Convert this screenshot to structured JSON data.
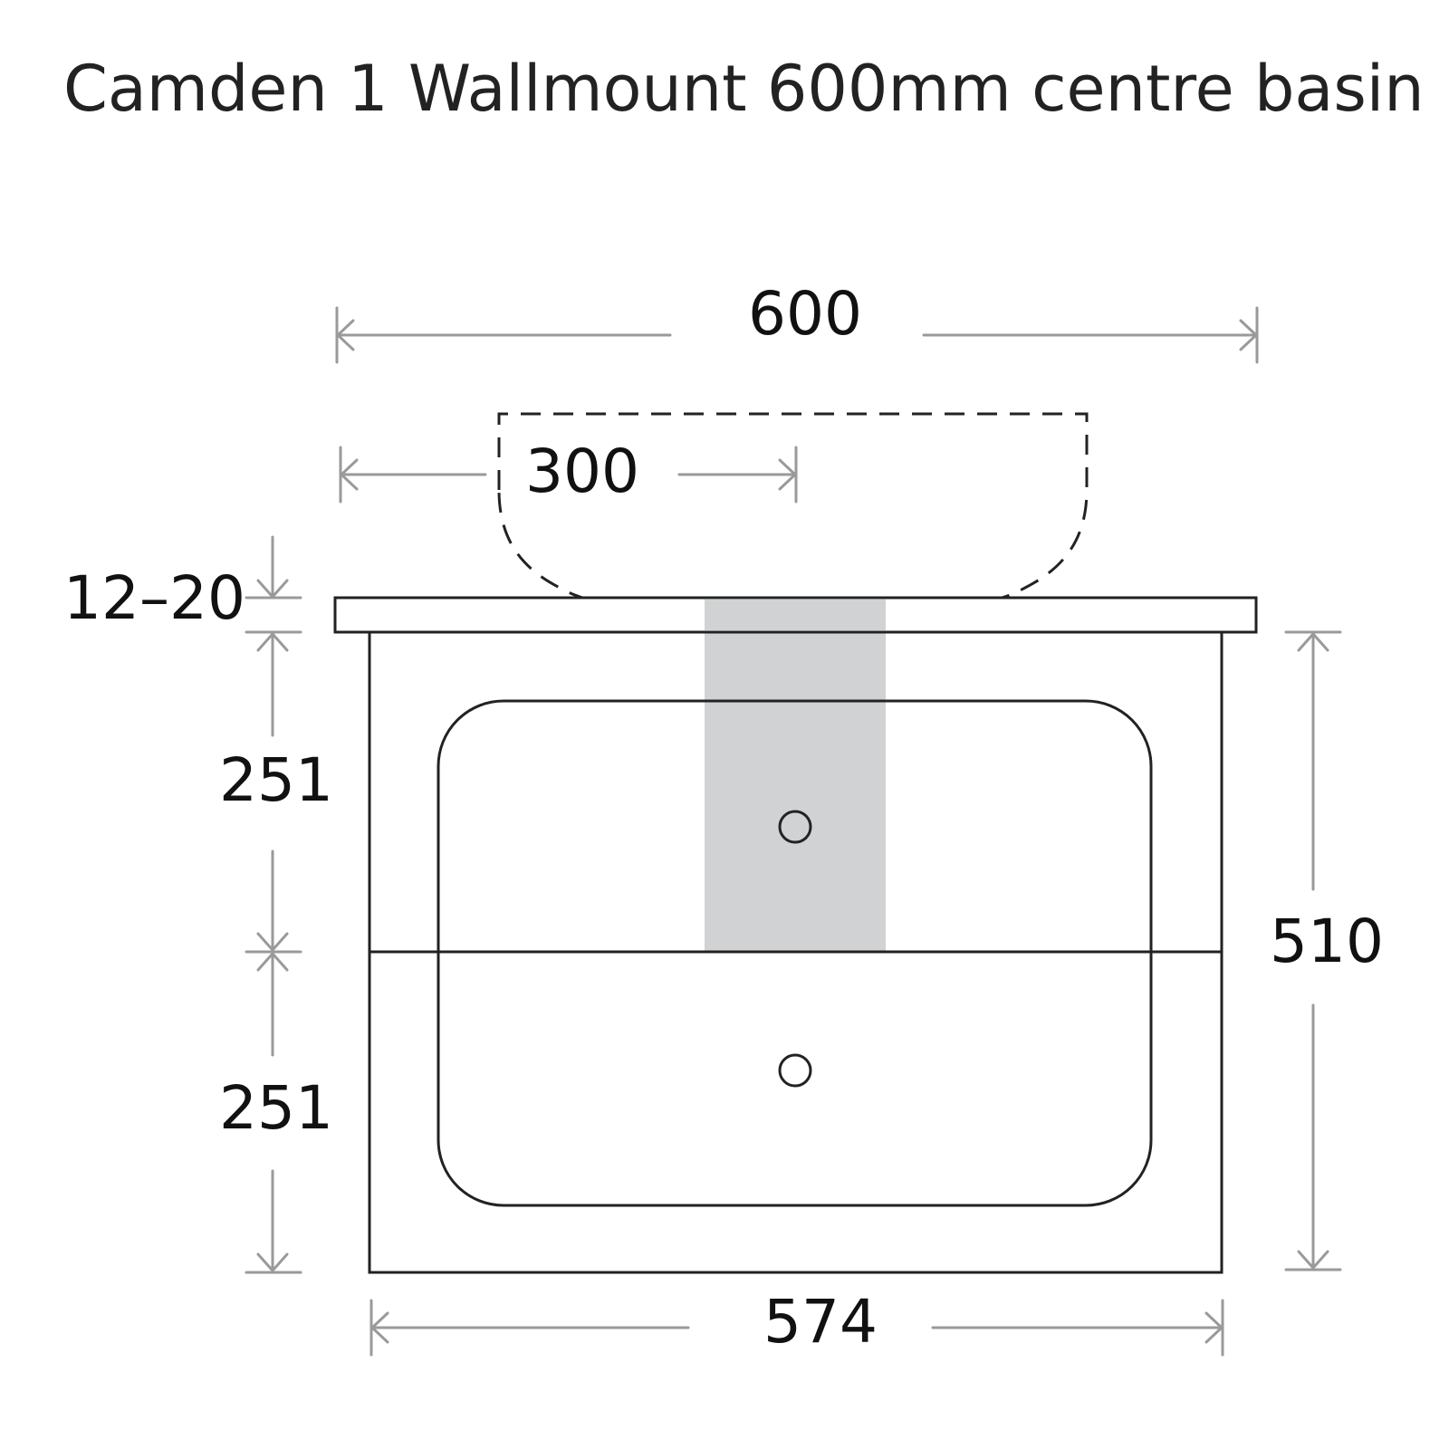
{
  "title": "Camden 1 Wallmount 600mm centre basin",
  "dimensions": {
    "overall_width": "600",
    "basin_centre": "300",
    "top_thickness": "12–20",
    "upper_drawer_height": "251",
    "lower_drawer_height": "251",
    "cabinet_height": "510",
    "cabinet_width": "574"
  },
  "colors": {
    "outline": "#222222",
    "dimension_lines": "#9a9a9a",
    "plumbing_zone": "#d1d2d4",
    "text": "#111111"
  }
}
